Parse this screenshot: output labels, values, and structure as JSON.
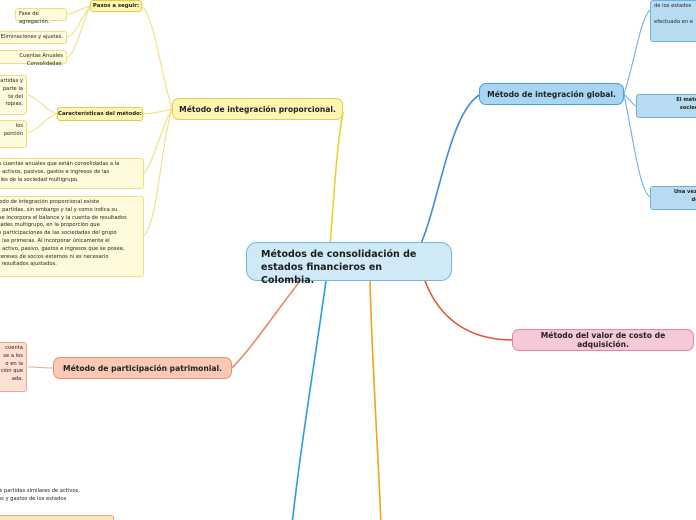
{
  "central": {
    "title": "Métodos de consolidación de estados financieros en Colombia."
  },
  "methods": {
    "proporcional": "Método de integración proporcional.",
    "participacion": "Método de participación patrimonial.",
    "global": "Método de integración global.",
    "costo": "Método del valor de costo de adquisición."
  },
  "proporcional": {
    "pasos_label": "Pasos a seguir:",
    "pasos": [
      "Fase de agregación.",
      "Eliminaciones y ajustes.",
      "Cuentas Anuales Consolidadas."
    ],
    "caracteristicas_label": "Características del método:",
    "caracteristicas": [
      "partidas y\nparte la\nte del\nropias.",
      "los\nporción"
    ],
    "parrafos": [
      "las cuentas anuales que están consolidadas a la\nde activos, pasivos, gastos e ingresos de las\nuales de la sociedad multigrupo.",
      "étodo de integración proporcional existe\nde partidas, sin embargo y tal y como indica su\ne se incorpora el balance y la cuenta de resultados\nedades multigrupo, en la proporción que\nlas participaciones de las sociedades del grupo\nde las primeras. Al incorporar únicamente el\nde activo, pasivo, gastos e ingresos que se posee,\nintereses de socios externos ni es necesario\nos resultados ajustados."
    ]
  },
  "participacion": {
    "texto": "cuenta\nse a los\no en la\nción que\nada."
  },
  "global": {
    "items": [
      "de los estados\n\nefectuada en e",
      "El métod\nsocieda",
      "Una vez ag\ndebe"
    ]
  },
  "bottom": {
    "texto": "n las partidas similares de activos,\nresos y gastos de los estados"
  },
  "colors": {
    "proporcional": "#e8cf3c",
    "participacion": "#e9886a",
    "global": "#3d8fd6",
    "costo": "#e0582a",
    "down_blue": "#2a9be0",
    "down_orange": "#f2a21e"
  }
}
